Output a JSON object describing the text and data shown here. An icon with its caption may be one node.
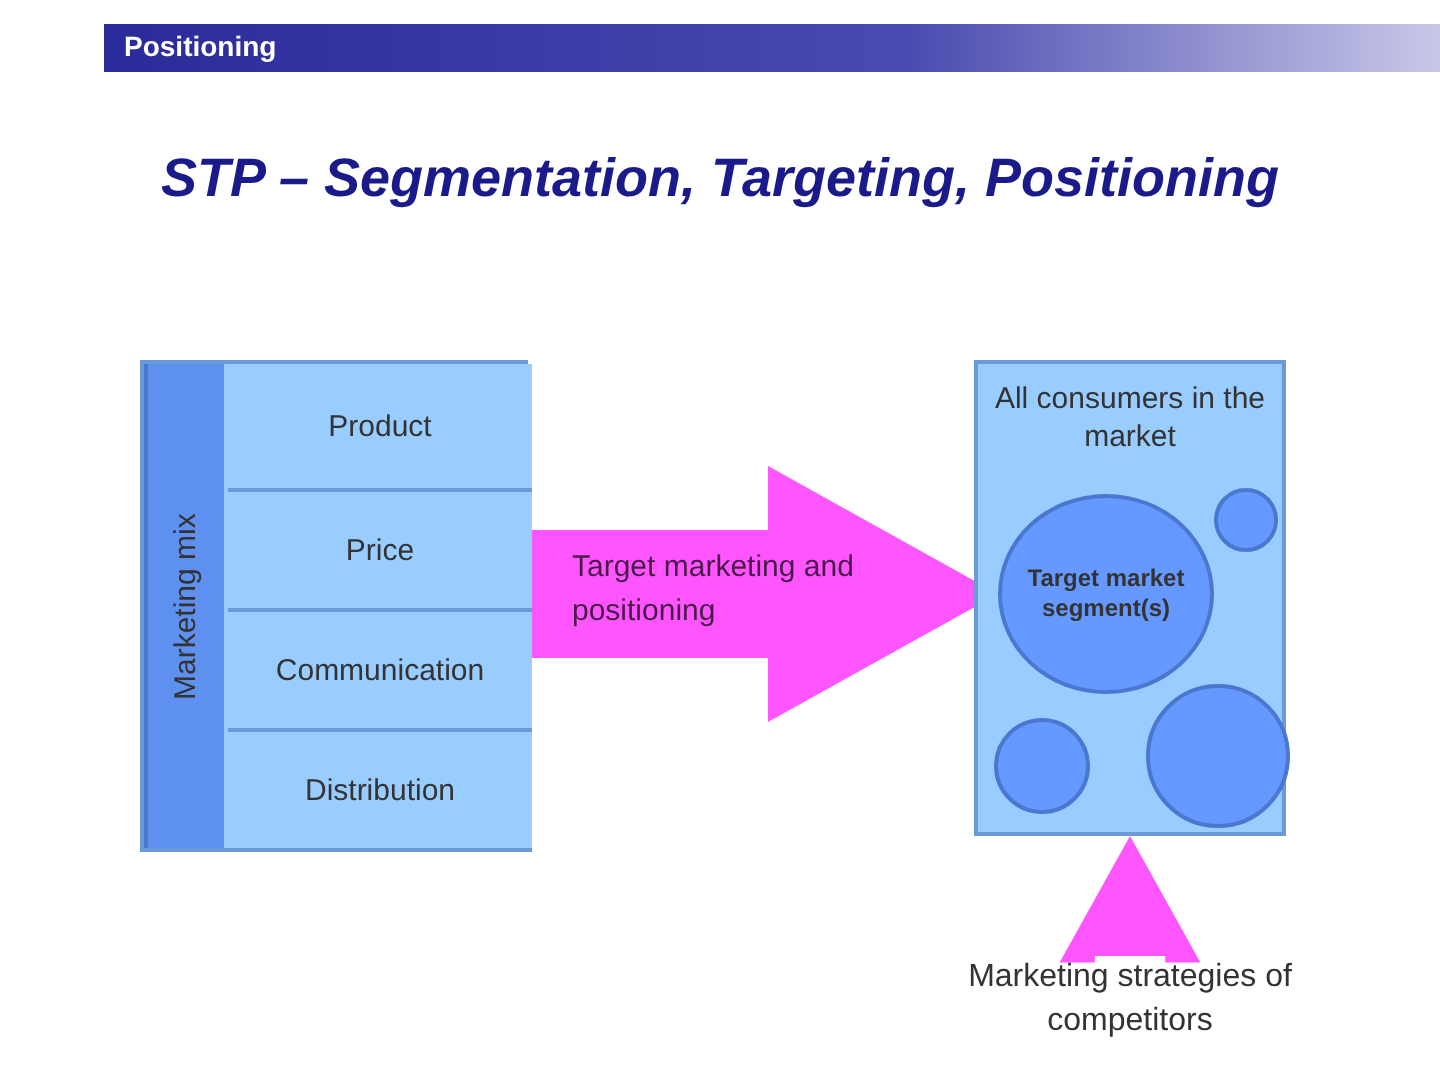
{
  "diagram": {
    "title": "STP – Segmentation, Targeting, Positioning",
    "nodes": [
      {
        "text": [
          "Marketing mix"
        ]
      },
      {
        "text": [
          "Product"
        ],
        "in": 0
      },
      {
        "text": [
          "Price"
        ],
        "in": 0
      },
      {
        "text": [
          "Communication"
        ],
        "in": 0
      },
      {
        "text": [
          "Distribution"
        ],
        "in": 0
      },
      {
        "text": [
          "All consumers in the market"
        ]
      },
      {
        "text": [
          "Target market segment(s)"
        ],
        "in": 5
      },
      {
        "text": [],
        "shape": "circle",
        "in": 5
      },
      {
        "text": [],
        "shape": "circle",
        "in": 5
      },
      {
        "text": [],
        "shape": "circle",
        "in": 5
      },
      {
        "text": [
          "Marketing strategies of competitors"
        ]
      }
    ],
    "edges": [
      {
        "from": 0,
        "to": 6,
        "arrow": "to",
        "label": "Target marketing and positioning",
        "style": "thick"
      },
      {
        "from": 10,
        "to": 5,
        "arrow": "to",
        "style": "thick"
      }
    ],
    "labels": [
      "Positioning"
    ]
  }
}
